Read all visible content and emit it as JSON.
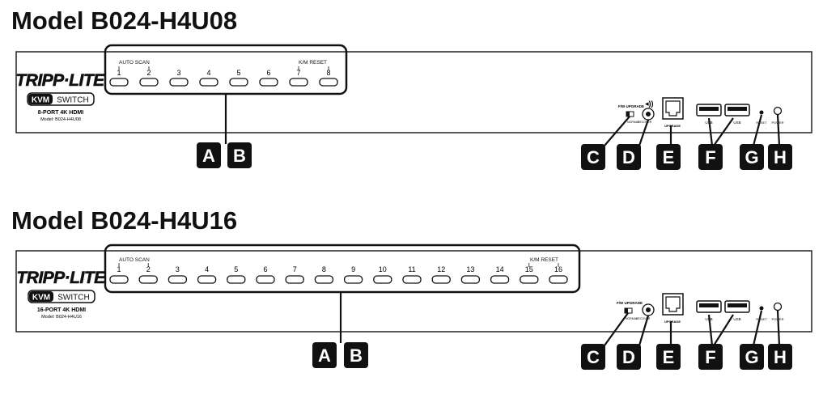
{
  "models": [
    {
      "title": "Model B024-H4U08",
      "brand": "TRIPP·LITE",
      "kvm_badge": "KVM",
      "switch_badge": "SWITCH",
      "port_line": "8-PORT 4K HDMI",
      "model_line": "Model: B024-H4U08",
      "auto_scan_label": "AUTO SCAN",
      "km_reset_label": "K/M RESET",
      "ports": [
        "1",
        "2",
        "3",
        "4",
        "5",
        "6",
        "7",
        "8"
      ],
      "fw_upgrade_label": "F/W UPGRADE",
      "normal_label": "NORMAL",
      "recover_label": "RECOVER",
      "speaker_icon": "speaker-icon",
      "upgrade_label": "UPGRADE",
      "usb_labels": [
        "USB",
        "USB"
      ],
      "reset_label": "RESET",
      "power_label": "POWER",
      "callouts": {
        "a": "A",
        "b": "B",
        "c": "C",
        "d": "D",
        "e": "E",
        "f": "F",
        "g": "G",
        "h": "H"
      }
    },
    {
      "title": "Model B024-H4U16",
      "brand": "TRIPP·LITE",
      "kvm_badge": "KVM",
      "switch_badge": "SWITCH",
      "port_line": "16-PORT 4K HDMI",
      "model_line": "Model: B024-H4U16",
      "auto_scan_label": "AUTO SCAN",
      "km_reset_label": "K/M RESET",
      "ports": [
        "1",
        "2",
        "3",
        "4",
        "5",
        "6",
        "7",
        "8",
        "9",
        "10",
        "11",
        "12",
        "13",
        "14",
        "15",
        "16"
      ],
      "fw_upgrade_label": "F/W UPGRADE",
      "normal_label": "NORMAL",
      "recover_label": "RECOVER",
      "speaker_icon": "speaker-icon",
      "upgrade_label": "UPGRADE",
      "usb_labels": [
        "USB",
        "USB"
      ],
      "reset_label": "RESET",
      "power_label": "POWER",
      "callouts": {
        "a": "A",
        "b": "B",
        "c": "C",
        "d": "D",
        "e": "E",
        "f": "F",
        "g": "G",
        "h": "H"
      }
    }
  ]
}
